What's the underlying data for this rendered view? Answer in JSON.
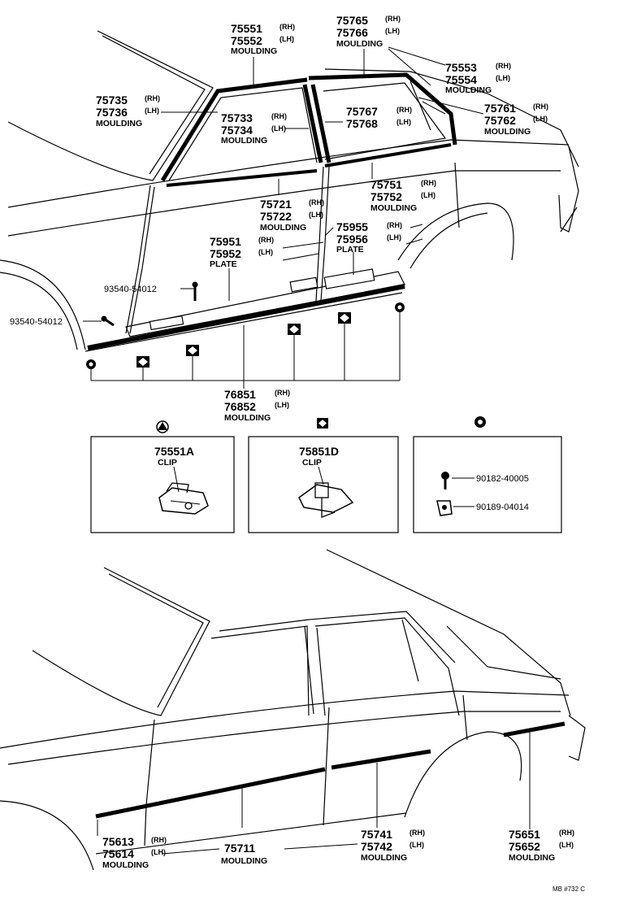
{
  "labels": {
    "belt_rh": "75551",
    "belt_rh_tag": "(RH)",
    "belt_lh": "75552",
    "belt_lh_tag": "(LH)",
    "belt_name": "MOULDING",
    "roof_rh": "75765",
    "roof_rh_tag": "(RH)",
    "roof_lh": "75766",
    "roof_lh_tag": "(LH)",
    "roof_name": "MOULDING",
    "qtr_rh": "75553",
    "qtr_rh_tag": "(RH)",
    "qtr_lh": "75554",
    "qtr_lh_tag": "(LH)",
    "qtr_name": "MOULDING",
    "front_rh": "75735",
    "front_rh_tag": "(RH)",
    "front_lh": "75736",
    "front_lh_tag": "(LH)",
    "front_name": "MOULDING",
    "fpillar_rh": "75733",
    "fpillar_rh_tag": "(RH)",
    "fpillar_lh": "75734",
    "fpillar_lh_tag": "(LH)",
    "fpillar_name": "MOULDING",
    "rpillar_rh": "75767",
    "rpillar_rh_tag": "(RH)",
    "rpillar_lh": "75768",
    "rpillar_lh_tag": "(LH)",
    "cpillar_rh": "75761",
    "cpillar_rh_tag": "(RH)",
    "cpillar_lh": "75762",
    "cpillar_lh_tag": "(LH)",
    "cpillar_name": "MOULDING",
    "rbelt_rh": "75751",
    "rbelt_rh_tag": "(RH)",
    "rbelt_lh": "75752",
    "rbelt_lh_tag": "(LH)",
    "rbelt_name": "MOULDING",
    "fbelt_rh": "75721",
    "fbelt_rh_tag": "(RH)",
    "fbelt_lh": "75722",
    "fbelt_lh_tag": "(LH)",
    "fbelt_name": "MOULDING",
    "rplate_rh": "75955",
    "rplate_rh_tag": "(RH)",
    "rplate_lh": "75956",
    "rplate_lh_tag": "(LH)",
    "rplate_name": "PLATE",
    "fplate_rh": "75951",
    "fplate_rh_tag": "(RH)",
    "fplate_lh": "75952",
    "fplate_lh_tag": "(LH)",
    "fplate_name": "PLATE",
    "screw_a": "93540-54012",
    "screw_b": "93540-54012",
    "rocker_rh": "76851",
    "rocker_rh_tag": "(RH)",
    "rocker_lh": "76852",
    "rocker_lh_tag": "(LH)",
    "rocker_name": "MOULDING",
    "lower_front_rh": "75613",
    "lower_front_rh_tag": "(RH)",
    "lower_front_lh": "75614",
    "lower_front_lh_tag": "(LH)",
    "lower_front_name": "MOULDING",
    "lower_door": "75711",
    "lower_door_name": "MOULDING",
    "lower_rear_rh": "75741",
    "lower_rear_rh_tag": "(RH)",
    "lower_rear_lh": "75742",
    "lower_rear_lh_tag": "(LH)",
    "lower_rear_name": "MOULDING",
    "lower_qtr_rh": "75651",
    "lower_qtr_rh_tag": "(RH)",
    "lower_qtr_lh": "75652",
    "lower_qtr_lh_tag": "(LH)",
    "lower_qtr_name": "MOULDING",
    "footer": "MB #732 C"
  },
  "boxes": {
    "clip_a_part": "75551A",
    "clip_a_name": "CLIP",
    "clip_d_part": "75851D",
    "clip_d_name": "CLIP",
    "screw_part": "90182-40005",
    "nut_part": "90189-04014"
  }
}
